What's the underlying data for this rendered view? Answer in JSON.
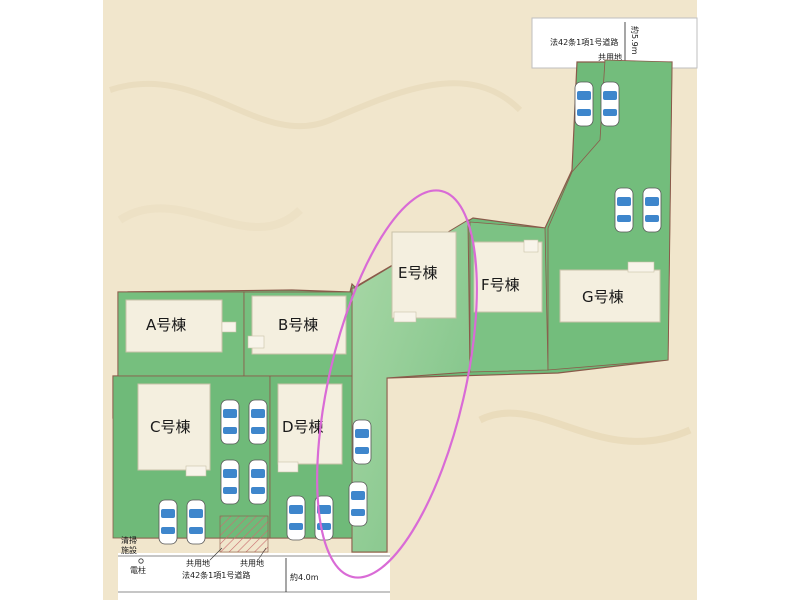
{
  "colors": {
    "background": "#f1e6cc",
    "lot": "#6fba79",
    "lot_light": "#a4d4a2",
    "lot_border": "#8a5a4a",
    "building": "#f4efdf",
    "highlight": "#d96bd6",
    "car_body": "#ffffff",
    "car_glass": "#3e86cc"
  },
  "buildings": [
    {
      "id": "A",
      "label": "A号棟"
    },
    {
      "id": "B",
      "label": "B号棟"
    },
    {
      "id": "C",
      "label": "C号棟"
    },
    {
      "id": "D",
      "label": "D号棟"
    },
    {
      "id": "E",
      "label": "E号棟"
    },
    {
      "id": "F",
      "label": "F号棟"
    },
    {
      "id": "G",
      "label": "G号棟"
    }
  ],
  "highlighted_building": "E",
  "roads": {
    "top": {
      "label": "法42条1項1号道路",
      "width": "約5.9m",
      "shared_land": "共用地"
    },
    "bottom": {
      "label": "法42条1項1号道路",
      "width": "約4.0m"
    }
  },
  "shared_land": [
    "共用地",
    "共用地"
  ],
  "facilities": {
    "cleaning": [
      "清掃",
      "施設"
    ],
    "pole": "電柱"
  },
  "icons": [
    "car-icon",
    "arrow-icon"
  ]
}
